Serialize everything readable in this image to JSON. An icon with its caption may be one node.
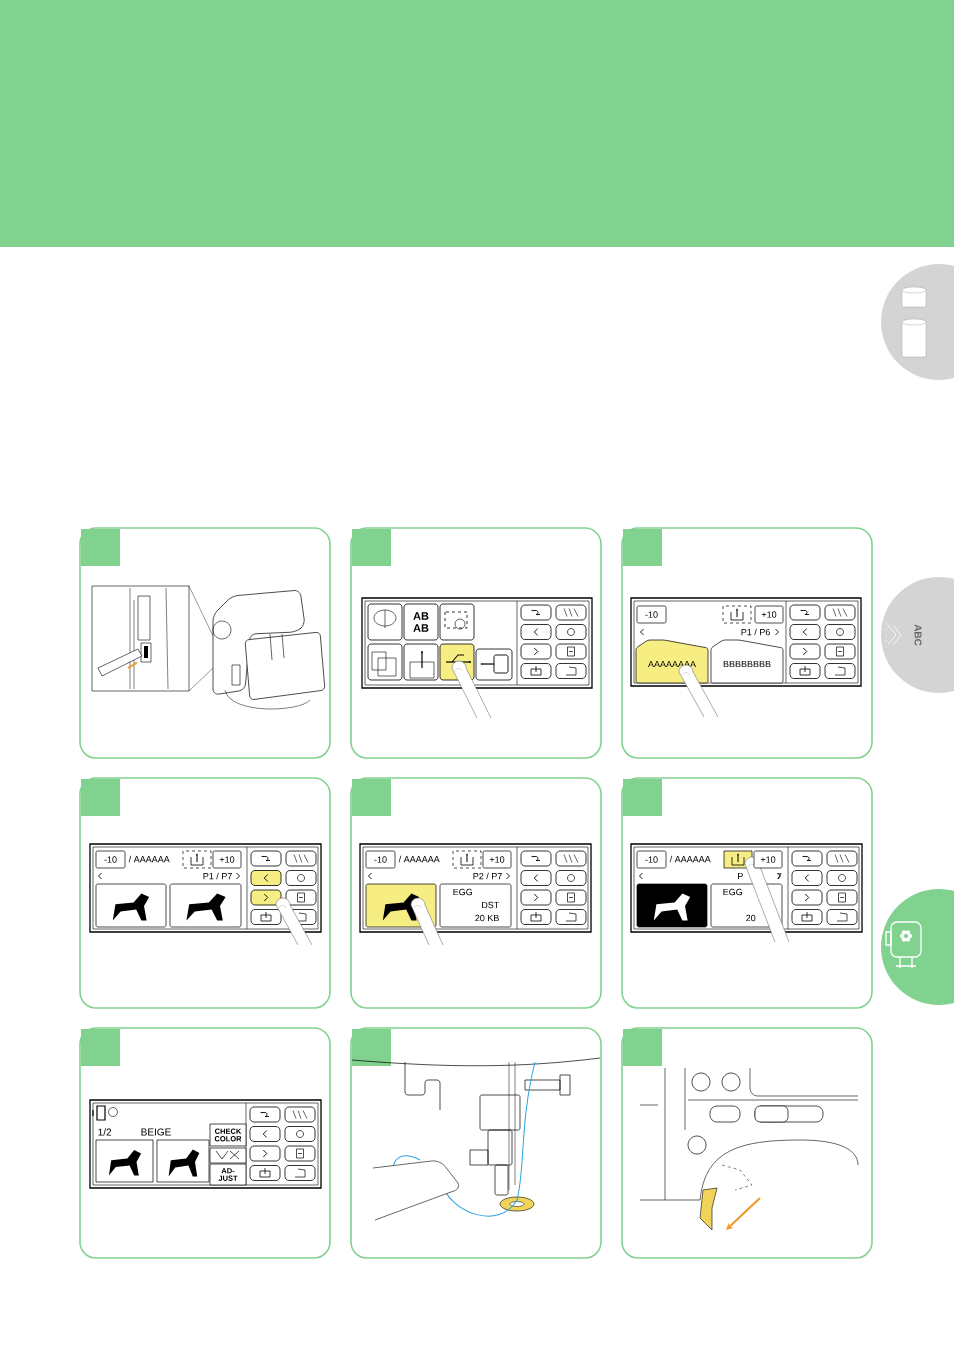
{
  "diagram": {
    "nodes": [
      {
        "text": [],
        "shape": "circle"
      },
      {
        "text": [
          "ABC"
        ]
      },
      {
        "text": [],
        "shape": "circle"
      }
    ],
    "labels": [
      "AB AB",
      "-10",
      "+10",
      "P1 / P6",
      "AAAAAAAA",
      "BBBBBBBB",
      "-10",
      "/ AAAAAA",
      "+10",
      "P1 / P7",
      "-10",
      "/ AAAAAA",
      "+10",
      "P2 / P7",
      "EGG",
      "DST",
      "20 KB",
      "-10",
      "/ AAAAAA",
      "+10",
      "P",
      "7",
      "EGG",
      "20",
      "1/2",
      "BEIGE",
      "CHECK COLOR",
      "AD- JUST"
    ]
  }
}
